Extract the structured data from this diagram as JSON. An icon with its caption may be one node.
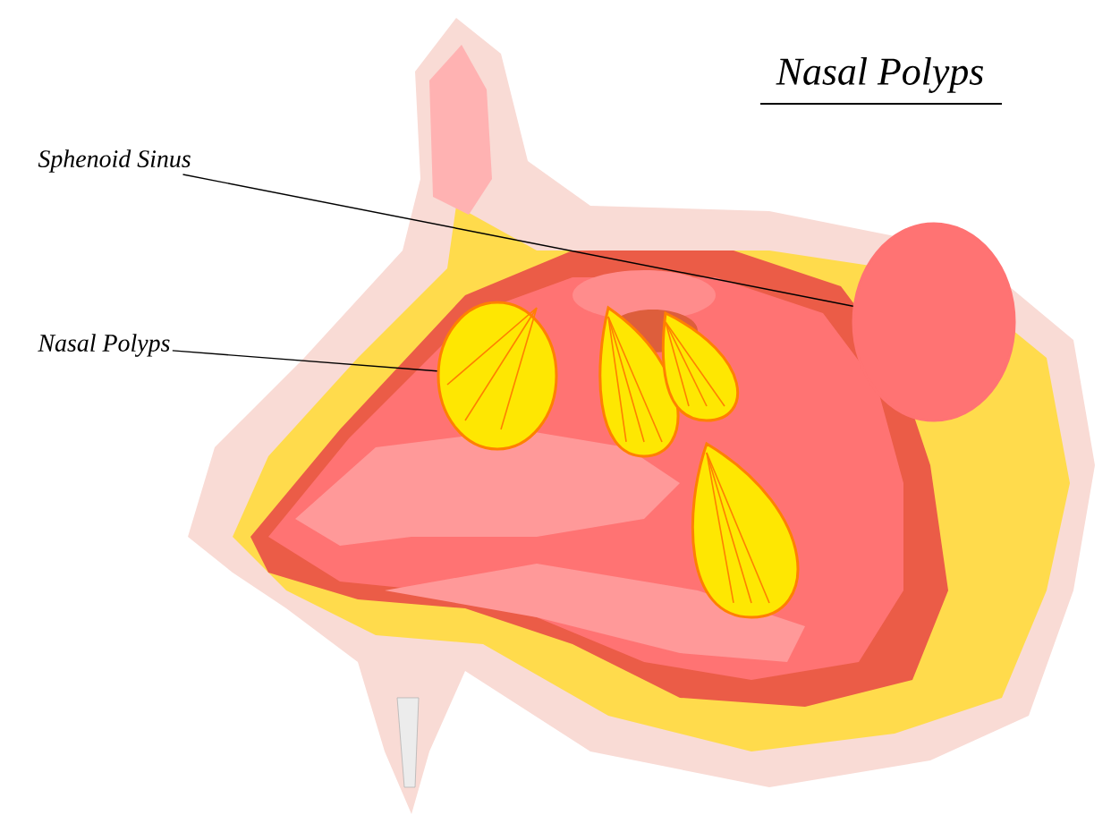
{
  "diagram": {
    "title": "Nasal Polyps",
    "nodes": [
      {
        "text": [
          "Sphenoid Sinus"
        ]
      },
      {
        "text": [],
        "shape": "ellipse"
      },
      {
        "text": [
          "Nasal Polyps"
        ]
      },
      {
        "text": [],
        "shape": "ellipse"
      }
    ],
    "edges": [
      {
        "from": 0,
        "to": 3,
        "arrow": "none"
      },
      {
        "from": 2,
        "to": 1,
        "arrow": "none"
      }
    ]
  }
}
